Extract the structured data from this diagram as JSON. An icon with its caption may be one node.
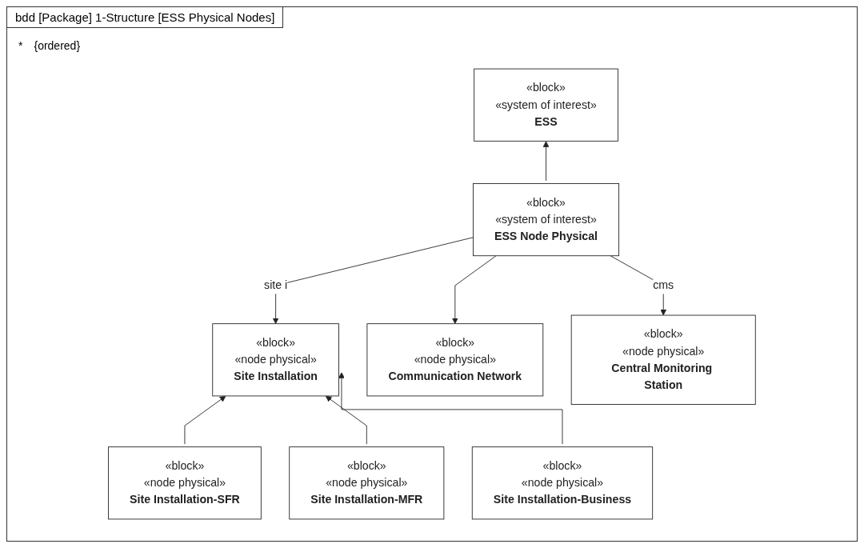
{
  "diagram": {
    "title": "bdd [Package] 1-Structure [ESS Physical Nodes]",
    "nodes": [
      {
        "text": [
          "«block»",
          "«system of interest»",
          "ESS"
        ]
      },
      {
        "text": [
          "«block»",
          "«system of interest»",
          "ESS Node Physical"
        ]
      },
      {
        "text": [
          "«block»",
          "«node physical»",
          "Site Installation"
        ]
      },
      {
        "text": [
          "«block»",
          "«node physical»",
          "Communication Network"
        ]
      },
      {
        "text": [
          "«block»",
          "«node physical»",
          "Central Monitoring Station"
        ]
      },
      {
        "text": [
          "«block»",
          "«node physical»",
          "Site Installation-SFR"
        ]
      },
      {
        "text": [
          "«block»",
          "«node physical»",
          "Site Installation-MFR"
        ]
      },
      {
        "text": [
          "«block»",
          "«node physical»",
          "Site Installation-Business"
        ]
      }
    ],
    "edges": [
      {
        "from": 1,
        "to": 0,
        "arrow": "to"
      },
      {
        "from": 1,
        "to": 2,
        "arrow": "to",
        "label": "site i"
      },
      {
        "from": 1,
        "to": 3,
        "arrow": "to"
      },
      {
        "from": 1,
        "to": 4,
        "arrow": "to",
        "label": "cms"
      },
      {
        "from": 5,
        "to": 2,
        "arrow": "to"
      },
      {
        "from": 6,
        "to": 2,
        "arrow": "to"
      },
      {
        "from": 7,
        "to": 2,
        "arrow": "to"
      }
    ],
    "labels": [
      "*",
      "{ordered}"
    ]
  }
}
